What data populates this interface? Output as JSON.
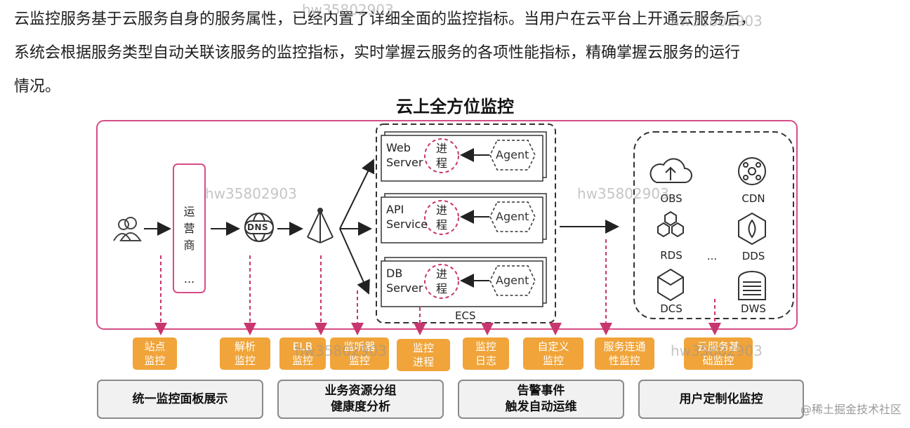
{
  "intro": [
    "云监控服务基于云服务自身的服务属性，已经内置了详细全面的监控指标。当用户在云平台上开通云服务后，",
    "系统会根据服务类型自动关联该服务的监控指标，实时掌握云服务的各项性能指标，精确掌握云服务的运行",
    "情况。"
  ],
  "diagram": {
    "title": "云上全方位监控",
    "carrier_label": "运\n营\n商\n\n...",
    "dns_label": "DNS",
    "ecs_label": "ECS",
    "servers": [
      {
        "name": "Web\nServer",
        "process": "进\n程",
        "agent": "Agent"
      },
      {
        "name": "API\nService",
        "process": "进\n程",
        "agent": "Agent"
      },
      {
        "name": "DB\nServer",
        "process": "进\n程",
        "agent": "Agent"
      }
    ],
    "services": [
      {
        "name": "OBS",
        "icon": "cloud-upload-icon"
      },
      {
        "name": "CDN",
        "icon": "cdn-icon"
      },
      {
        "name": "RDS",
        "icon": "rds-icon"
      },
      {
        "name": "DDS",
        "icon": "dds-icon"
      },
      {
        "name": "DCS",
        "icon": "dcs-icon"
      },
      {
        "name": "DWS",
        "icon": "dws-icon"
      }
    ],
    "services_ellipsis": "...",
    "monitor_tags": [
      "站点\n监控",
      "解析\n监控",
      "ELB\n监控",
      "监听器\n监控",
      "监控\n进程",
      "监控\n日志",
      "自定义\n监控",
      "服务连通\n性监控",
      "云服务基\n础监控"
    ],
    "bottom_boxes": [
      "统一监控面板展示",
      "业务资源分组\n健康度分析",
      "告警事件\n触发自动运维",
      "用户定制化监控"
    ]
  },
  "watermarks": [
    "hw35802903",
    "hw35802903",
    "hw35802903",
    "hw35802903",
    "hw35802903",
    "hw35802903"
  ],
  "corner_mark": "@稀土掘金技术社区",
  "colors": {
    "frame": "#d64d86",
    "dashed": "#c8366f",
    "tag": "#f0a43a",
    "dark": "#333333"
  }
}
